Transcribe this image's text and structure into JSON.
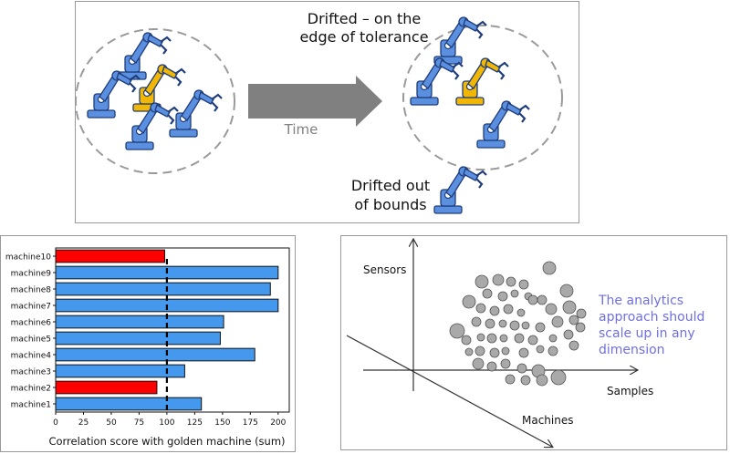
{
  "top_panel": {
    "drifted_edge_line1": "Drifted – on the",
    "drifted_edge_line2": "edge of tolerance",
    "time_label": "Time",
    "drifted_out_line1": "Drifted out",
    "drifted_out_line2": "of bounds",
    "colors": {
      "robot_normal": "#5b8fe0",
      "robot_drifted": "#f2b705",
      "arrow": "#808080",
      "cluster": "#9a9a9a"
    },
    "icons": [
      "robot-arm-icon"
    ]
  },
  "chart_data": {
    "type": "bar",
    "orientation": "horizontal",
    "categories": [
      "machine1",
      "machine2",
      "machine3",
      "machine4",
      "machine5",
      "machine6",
      "machine7",
      "machine8",
      "machine9",
      "machine10"
    ],
    "values": [
      131,
      91,
      116,
      179,
      148,
      151,
      200,
      193,
      200,
      98
    ],
    "bar_colors": [
      "#4499ee",
      "#ff0000",
      "#4499ee",
      "#4499ee",
      "#4499ee",
      "#4499ee",
      "#4499ee",
      "#4499ee",
      "#4499ee",
      "#ff0000"
    ],
    "threshold": 100,
    "xlabel": "Correlation score with golden machine (sum)",
    "ylabel": "",
    "xlim": [
      0,
      210
    ],
    "xticks": [
      0,
      25,
      50,
      75,
      100,
      125,
      150,
      175,
      200
    ]
  },
  "scatter_panel": {
    "sensors_label": "Sensors",
    "samples_label": "Samples",
    "machines_label": "Machines",
    "note_line1": "The analytics",
    "note_line2": "approach should",
    "note_line3": "scale up in any",
    "note_line4": "dimension",
    "note_color": "#7070e0",
    "point_color": "#a9a9a9"
  }
}
